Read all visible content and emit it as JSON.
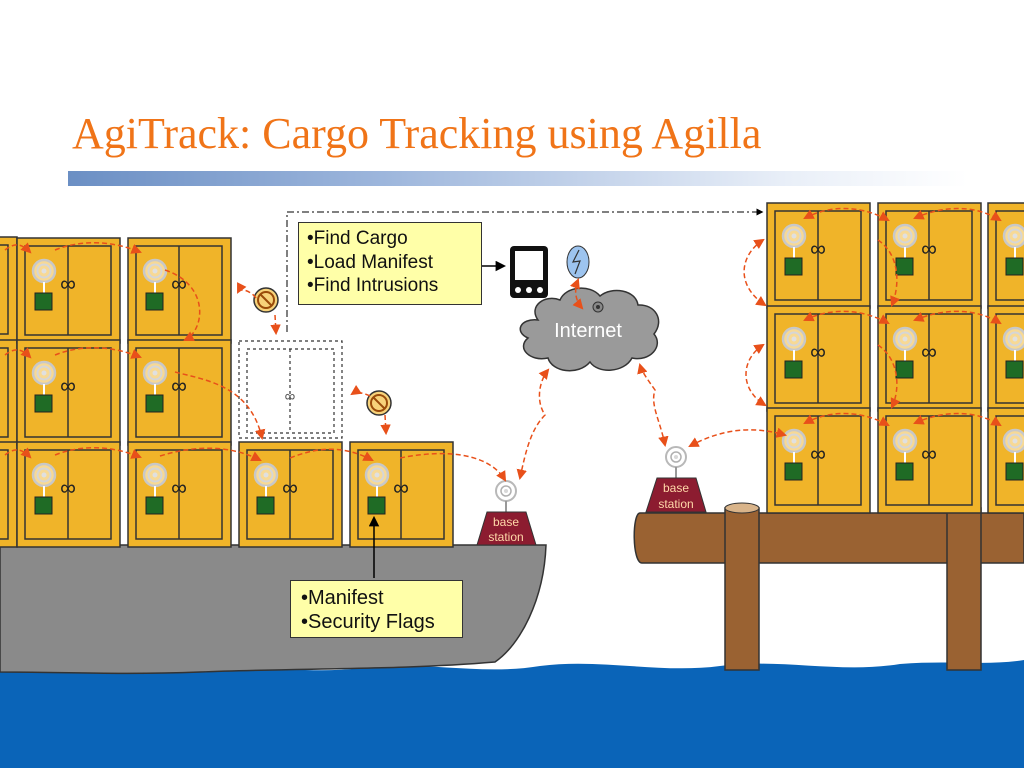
{
  "title": "AgiTrack: Cargo Tracking using Agilla",
  "query_box": {
    "items": [
      "•Find Cargo",
      "•Load Manifest",
      "•Find Intrusions"
    ]
  },
  "container_box": {
    "items": [
      "•Manifest",
      "•Security Flags"
    ]
  },
  "cloud_label": "Internet",
  "base_station_label": {
    "line1": "base",
    "line2": "station"
  },
  "colors": {
    "title": "#f07418",
    "container": "#f0b429",
    "sensor": "#1f6b25",
    "arrow": "#e8501a",
    "water": "#0a64b8",
    "ship": "#8a8a8a",
    "dock": "#9a6232",
    "base_station": "#8c1c30",
    "note_fill": "#ffffa8"
  },
  "icons": [
    "phone-icon",
    "wireless-signal-icon",
    "no-entry-icon",
    "antenna-icon",
    "cloud-icon"
  ]
}
